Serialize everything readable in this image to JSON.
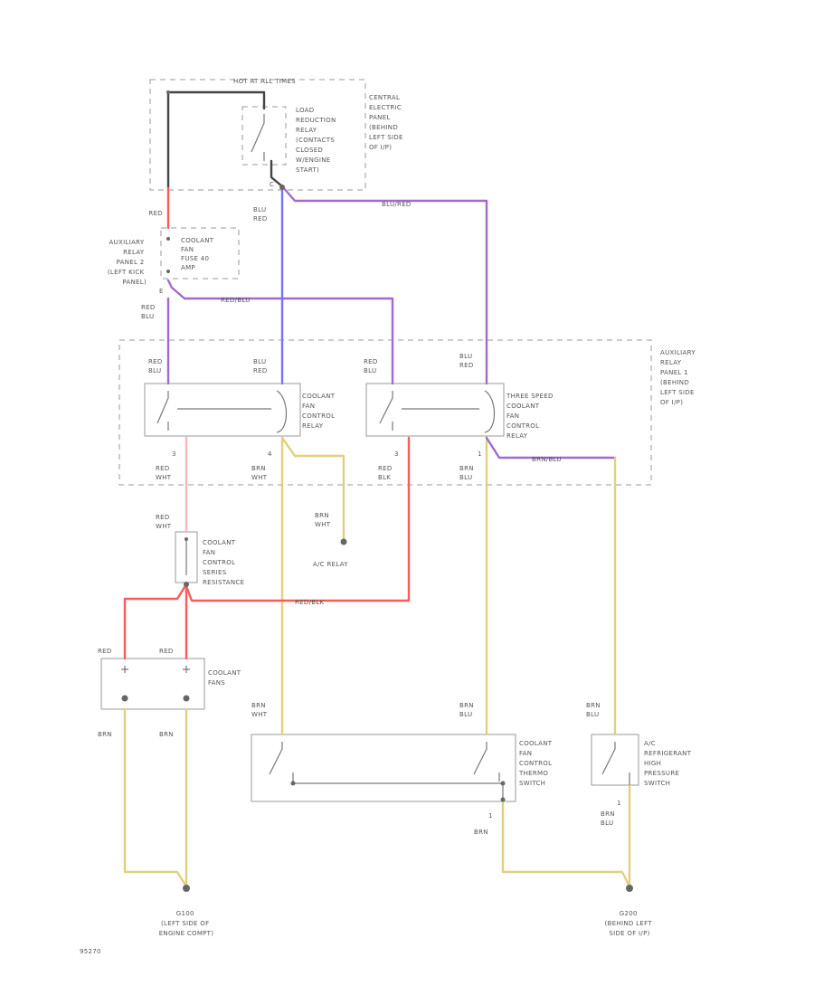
{
  "colors": {
    "red": "#ff5a5a",
    "pink": "#f5b8b8",
    "blue": "#7a72ff",
    "violet": "#a06ad0",
    "tan": "#e2cf7e",
    "dark": "#444444"
  },
  "labels": {
    "hot": "HOT AT ALL TIMES",
    "central_panel": [
      "CENTRAL",
      "ELECTRIC",
      "PANEL",
      "(BEHIND",
      "LEFT SIDE",
      "OF I/P)"
    ],
    "load_relay": [
      "LOAD",
      "REDUCTION",
      "RELAY",
      "(CONTACTS",
      "CLOSED",
      "W/ENGINE",
      "START)"
    ],
    "aux_left": [
      "AUXILIARY",
      "RELAY",
      "PANEL 2",
      "(LEFT KICK",
      "PANEL)"
    ],
    "fuse": [
      "COOLANT",
      "FAN",
      "FUSE 40",
      "AMP"
    ],
    "aux_right": [
      "AUXILIARY",
      "RELAY",
      "PANEL 1",
      "(BEHIND",
      "LEFT SIDE",
      "OF I/P)"
    ],
    "fan_relay": [
      "COOLANT",
      "FAN",
      "CONTROL",
      "RELAY"
    ],
    "three_speed": [
      "THREE SPEED",
      "COOLANT",
      "FAN",
      "CONTROL",
      "RELAY"
    ],
    "resistance": [
      "COOLANT",
      "FAN",
      "CONTROL",
      "SERIES",
      "RESISTANCE"
    ],
    "ac_relay": "A/C RELAY",
    "coolant_fans": [
      "COOLANT",
      "FANS"
    ],
    "thermo": [
      "COOLANT",
      "FAN",
      "CONTROL",
      "THERMO",
      "SWITCH"
    ],
    "pressure": [
      "A/C",
      "REFRIGERANT",
      "HIGH",
      "PRESSURE",
      "SWITCH"
    ],
    "gnd_left": [
      "G100",
      "(LEFT SIDE OF",
      "ENGINE COMPT)"
    ],
    "gnd_right": [
      "G200",
      "(BEHIND LEFT",
      "SIDE OF I/P)"
    ],
    "fig": "95270"
  },
  "wires": {
    "red": "RED",
    "blu_red": [
      "BLU",
      "RED"
    ],
    "blu_red_mid": "BLU/RED",
    "red_blu_mid": "RED/BLU",
    "red_blu": [
      "RED",
      "BLU"
    ],
    "red_wht": [
      "RED",
      "WHT"
    ],
    "brn_wht": [
      "BRN",
      "WHT"
    ],
    "red_blk": [
      "RED",
      "BLK"
    ],
    "brn_blu": [
      "BRN",
      "BLU"
    ],
    "brn_blu_mid": "BRN/BLU",
    "red_blk_mid": "RED/BLK",
    "brn": "BRN"
  },
  "pins": {
    "c": "C",
    "e": "E",
    "p3": "3",
    "p4": "4",
    "p1": "1"
  }
}
